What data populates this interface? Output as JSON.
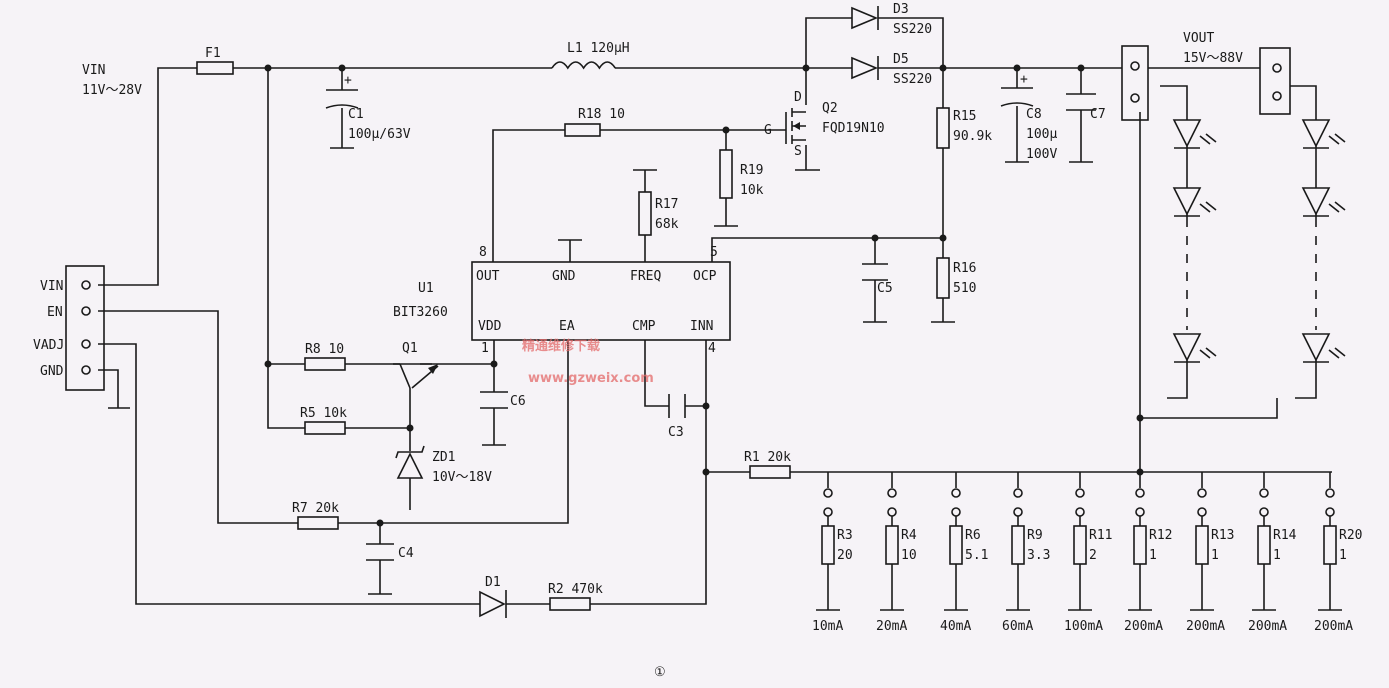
{
  "labels": {
    "vin_title": "VIN",
    "vin_range": "11V～28V",
    "f1": "F1",
    "c1_name": "C1",
    "c1_val": "100μ/63V",
    "l1": "L1  120μH",
    "d3_name": "D3",
    "d3_val": "SS220",
    "d5_name": "D5",
    "d5_val": "SS220",
    "q2_name": "Q2",
    "q2_val": "FQD19N10",
    "q2_d": "D",
    "q2_g": "G",
    "q2_s": "S",
    "r18": "R18  10",
    "r19_name": "R19",
    "r19_val": "10k",
    "r17_name": "R17",
    "r17_val": "68k",
    "r15_name": "R15",
    "r15_val": "90.9k",
    "r16_name": "R16",
    "r16_val": "510",
    "c8_name": "C8",
    "c8_val1": "100μ",
    "c8_val2": "100V",
    "c7": "C7",
    "c5": "C5",
    "vout_title": "VOUT",
    "vout_range": "15V～88V",
    "u1_name": "U1",
    "u1_val": "BIT3260",
    "pin8": "8",
    "pin5": "5",
    "pin1": "1",
    "pin4": "4",
    "pin_out": "OUT",
    "pin_gnd": "GND",
    "pin_freq": "FREQ",
    "pin_ocp": "OCP",
    "pin_vdd": "VDD",
    "pin_ea": "EA",
    "pin_cmp": "CMP",
    "pin_inn": "INN",
    "conn_vin": "VIN",
    "conn_en": "EN",
    "conn_vadj": "VADJ",
    "conn_gnd": "GND",
    "r8": "R8  10",
    "r5": "R5  10k",
    "q1": "Q1",
    "c6": "C6",
    "c3": "C3",
    "zd1_name": "ZD1",
    "zd1_val": "10V～18V",
    "r7": "R7  20k",
    "c4": "C4",
    "d1": "D1",
    "r2": "R2  470k",
    "r1": "R1  20k",
    "figure_num": "①",
    "watermark_cn": "精通维修下载",
    "watermark_url": "www.gzweix.com"
  },
  "sense_resistors": [
    {
      "name": "R3",
      "value": "20",
      "current": "10mA"
    },
    {
      "name": "R4",
      "value": "10",
      "current": "20mA"
    },
    {
      "name": "R6",
      "value": "5.1",
      "current": "40mA"
    },
    {
      "name": "R9",
      "value": "3.3",
      "current": "60mA"
    },
    {
      "name": "R11",
      "value": "2",
      "current": "100mA"
    },
    {
      "name": "R12",
      "value": "1",
      "current": "200mA"
    },
    {
      "name": "R13",
      "value": "1",
      "current": "200mA"
    },
    {
      "name": "R14",
      "value": "1",
      "current": "200mA"
    },
    {
      "name": "R20",
      "value": "1",
      "current": "200mA"
    }
  ]
}
